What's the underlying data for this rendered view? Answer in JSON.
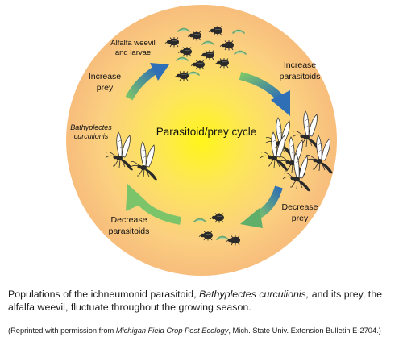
{
  "diagram": {
    "center_label": "Parasitoid/prey cycle",
    "label_weevil_line1": "Alfalfa weevil",
    "label_weevil_line2": "and larvae",
    "label_increase_para_line1": "Increase",
    "label_increase_para_line2": "parasitoids",
    "label_decrease_prey_line1": "Decrease",
    "label_decrease_prey_line2": "prey",
    "label_decrease_para_line1": "Decrease",
    "label_decrease_para_line2": "parasitoids",
    "label_increase_prey_line1": "Increase",
    "label_increase_prey_line2": "prey",
    "label_species_line1": "Bathyplectes",
    "label_species_line2": "curculionis"
  },
  "caption": {
    "part1": "Populations of the ichneumonid parasitoid, ",
    "species": "Bathyplectes curculionis,",
    "part2": " and its prey, the alfalfa weevil, fluctuate throughout the growing season."
  },
  "credit": {
    "part1": "(Reprinted with permission from ",
    "source_title": "Michigan Field Crop Pest Ecology",
    "part2": ", Mich. State Univ. Extension Bulletin E-2704.)"
  },
  "colors": {
    "circle_center": "#fff21a",
    "circle_edge": "#f9c27b",
    "arrow_green": "#7cc46a",
    "arrow_blue": "#2f6fb5",
    "larva": "#a9d4a4"
  }
}
